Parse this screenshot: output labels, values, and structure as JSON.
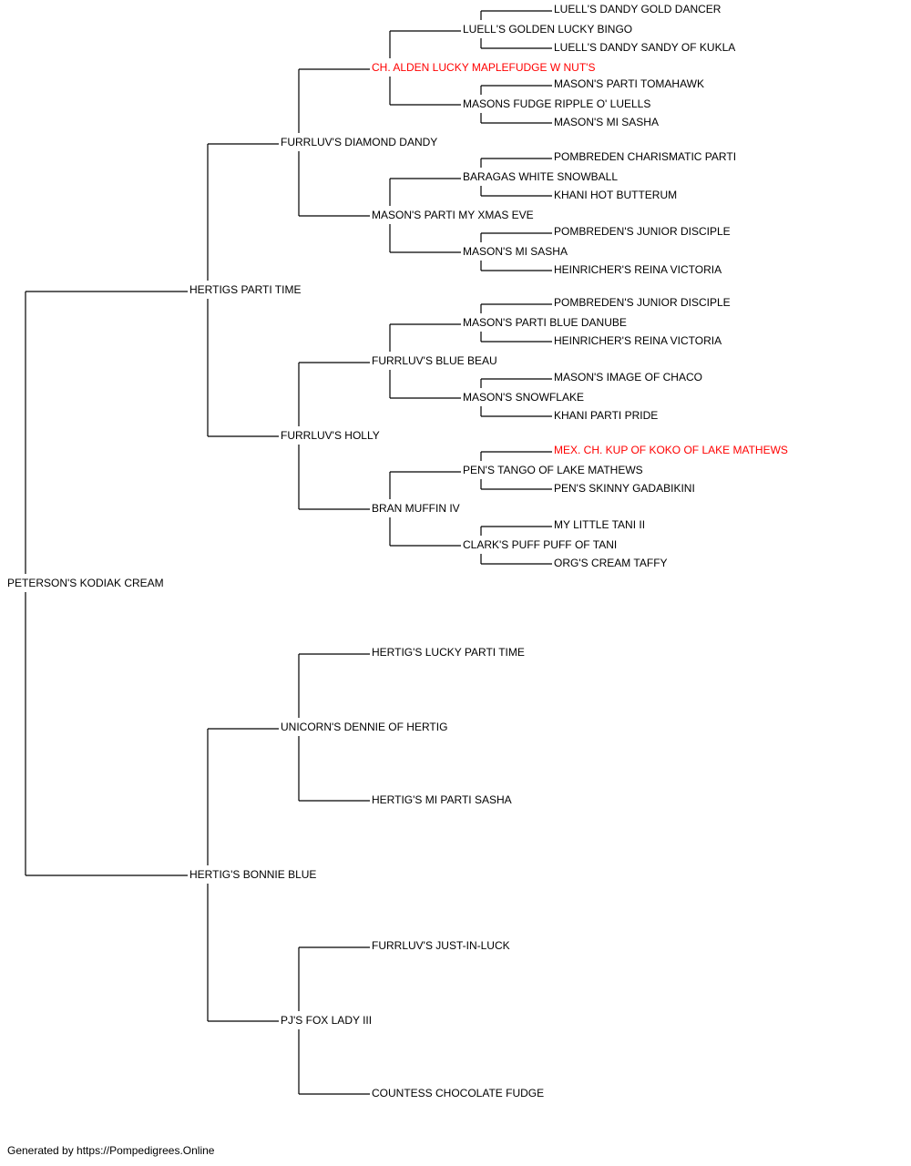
{
  "colors": {
    "text": "#000000",
    "champion": "#ff0000",
    "line": "#000000"
  },
  "footer": "Generated by https://Pompedigrees.Online",
  "pedigree": {
    "name": "PETERSON'S KODIAK CREAM",
    "sire": {
      "name": "HERTIGS PARTI TIME",
      "sire": {
        "name": "FURRLUV'S DIAMOND DANDY",
        "sire": {
          "name": "CH. ALDEN LUCKY MAPLEFUDGE W NUT'S",
          "champion": true,
          "sire": {
            "name": "LUELL'S GOLDEN LUCKY BINGO",
            "sire": {
              "name": "LUELL'S DANDY GOLD DANCER"
            },
            "dam": {
              "name": "LUELL'S DANDY SANDY OF KUKLA"
            }
          },
          "dam": {
            "name": "MASONS FUDGE RIPPLE O' LUELLS",
            "sire": {
              "name": "MASON'S PARTI TOMAHAWK"
            },
            "dam": {
              "name": "MASON'S MI SASHA"
            }
          }
        },
        "dam": {
          "name": "MASON'S PARTI MY XMAS EVE",
          "sire": {
            "name": "BARAGAS WHITE SNOWBALL",
            "sire": {
              "name": "POMBREDEN CHARISMATIC PARTI"
            },
            "dam": {
              "name": "KHANI HOT BUTTERUM"
            }
          },
          "dam": {
            "name": "MASON'S MI SASHA",
            "sire": {
              "name": "POMBREDEN'S JUNIOR DISCIPLE"
            },
            "dam": {
              "name": "HEINRICHER'S REINA VICTORIA"
            }
          }
        }
      },
      "dam": {
        "name": "FURRLUV'S HOLLY",
        "sire": {
          "name": "FURRLUV'S BLUE BEAU",
          "sire": {
            "name": "MASON'S PARTI BLUE DANUBE",
            "sire": {
              "name": "POMBREDEN'S JUNIOR DISCIPLE"
            },
            "dam": {
              "name": "HEINRICHER'S REINA VICTORIA"
            }
          },
          "dam": {
            "name": "MASON'S SNOWFLAKE",
            "sire": {
              "name": "MASON'S IMAGE OF CHACO"
            },
            "dam": {
              "name": "KHANI PARTI PRIDE"
            }
          }
        },
        "dam": {
          "name": "BRAN MUFFIN IV",
          "sire": {
            "name": "PEN'S TANGO OF LAKE MATHEWS",
            "sire": {
              "name": "MEX. CH. KUP OF KOKO OF LAKE MATHEWS",
              "champion": true
            },
            "dam": {
              "name": "PEN'S SKINNY GADABIKINI"
            }
          },
          "dam": {
            "name": "CLARK'S PUFF PUFF OF TANI",
            "sire": {
              "name": "MY LITTLE TANI II"
            },
            "dam": {
              "name": "ORG'S CREAM TAFFY"
            }
          }
        }
      }
    },
    "dam": {
      "name": "HERTIG'S BONNIE BLUE",
      "sire": {
        "name": "UNICORN'S DENNIE OF HERTIG",
        "sire": {
          "name": "HERTIG'S LUCKY PARTI TIME"
        },
        "dam": {
          "name": "HERTIG'S MI PARTI SASHA"
        }
      },
      "dam": {
        "name": "PJ'S FOX LADY III",
        "sire": {
          "name": "FURRLUV'S JUST-IN-LUCK"
        },
        "dam": {
          "name": "COUNTESS CHOCOLATE FUDGE"
        }
      }
    }
  }
}
